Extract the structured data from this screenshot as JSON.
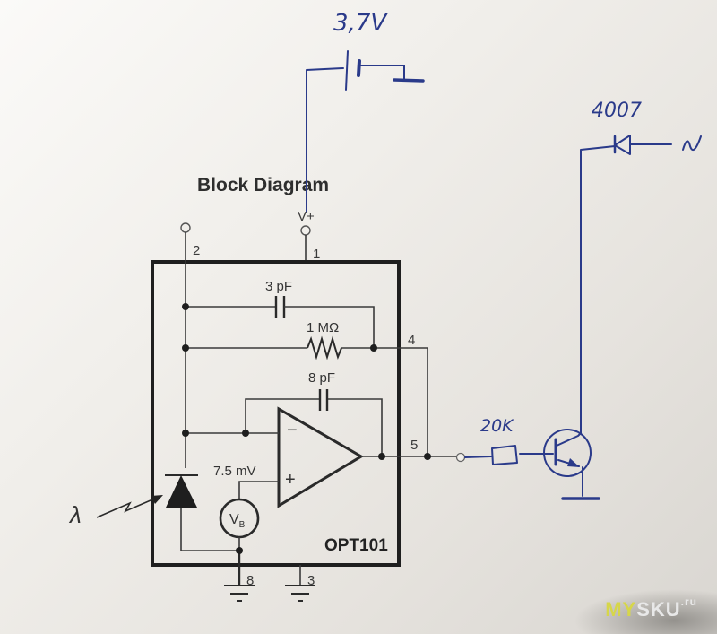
{
  "diagram": {
    "title": "Block Diagram",
    "chip_name": "OPT101",
    "supply_label": "V+",
    "pins": {
      "p1": "1",
      "p2": "2",
      "p3": "3",
      "p4": "4",
      "p5": "5",
      "p8": "8"
    },
    "components": {
      "cap_top": "3 pF",
      "resistor": "1 MΩ",
      "cap_feedback": "8 pF",
      "bias_voltage": "7.5 mV",
      "bias_source": "V",
      "bias_source_sub": "B",
      "opamp_minus": "−",
      "opamp_plus": "+",
      "light_symbol": "λ"
    },
    "handwritten": {
      "battery_voltage": "3,7V",
      "diode_label": "4007",
      "ac_symbol": "~",
      "base_resistor": "20K"
    },
    "colors": {
      "print": "#2a2a2a",
      "ink": "#2a3a8a",
      "paper": "#f1efeb"
    }
  },
  "watermark": {
    "my": "MY",
    "sku": "SKU",
    "ru": ".ru"
  }
}
